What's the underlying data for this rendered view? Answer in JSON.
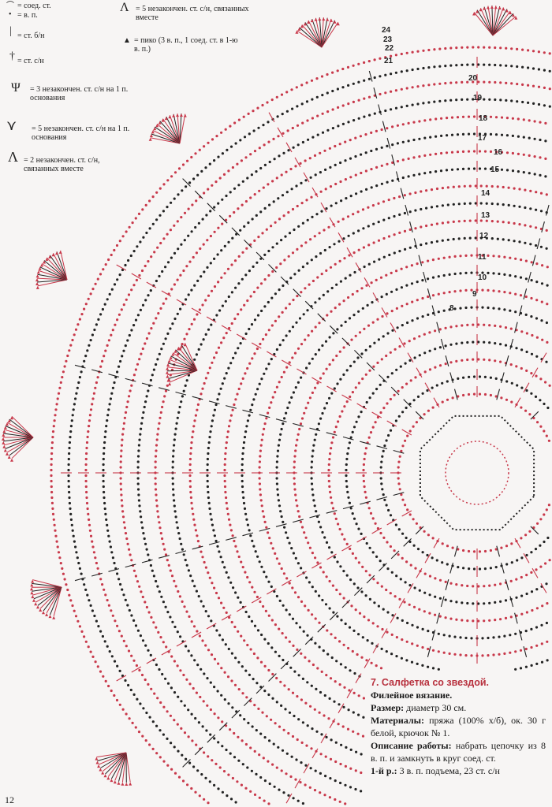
{
  "legend": [
    {
      "id": "ss",
      "text": "= соед. ст."
    },
    {
      "id": "vp",
      "text": "= в. п."
    },
    {
      "id": "sbn",
      "text": "= ст. б/н"
    },
    {
      "id": "ssn",
      "text": "= ст. с/н"
    },
    {
      "id": "t3",
      "text": "= 3 незакончен. ст. с/н на 1 п. основания"
    },
    {
      "id": "t5",
      "text": "= 5 незакончен. ст. с/н на 1 п. основания"
    },
    {
      "id": "a2",
      "text": "= 2 незакончен. ст. с/н, связанных вместе"
    },
    {
      "id": "a5",
      "text": "= 5 незакончен. ст. с/н, связанных вместе"
    },
    {
      "id": "pk",
      "text": "= пико (3 в. п., 1 соед. ст. в 1-ю в. п.)"
    }
  ],
  "row_numbers": [
    "24",
    "23",
    "22",
    "21",
    "20",
    "19",
    "18",
    "17",
    "16",
    "15",
    "14",
    "13",
    "12",
    "11",
    "10",
    "9",
    "8"
  ],
  "description": {
    "title": "7. Салфетка со звездой.",
    "subtitle": "Филейное вязание.",
    "size_label": "Размер:",
    "size_value": " диаметр 30 см.",
    "materials_label": "Материалы:",
    "materials_value": " пряжа (100% х/б), ок. 30 г белой, крючок № 1.",
    "work_label": "Описание работы:",
    "work_value": " набрать цепочку из 8 в. п. и замкнуть в круг соед. ст.",
    "row1_label": "1-й р.:",
    "row1_value": " 3 в. п. подъема, 23 ст. с/н"
  },
  "page_number": "12",
  "colors": {
    "black": "#222222",
    "red": "#c8384a",
    "paper": "#f7f5f4"
  }
}
